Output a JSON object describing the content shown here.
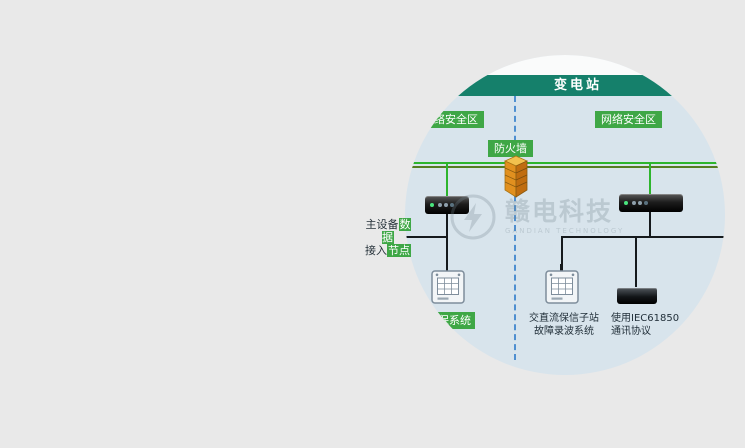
{
  "header": {
    "title": "变电站"
  },
  "zones": {
    "left_label": "网络安全区",
    "right_label": "网络安全区"
  },
  "firewall_label": "防火墙",
  "node": {
    "l1a": "主设备",
    "l1b": "数据",
    "l2a": "接入",
    "l2b": "节点"
  },
  "bottom": {
    "left": "继保系统",
    "mid1": "交直流保信子站",
    "mid2": "故障录波系统",
    "right1": "使用IEC61850",
    "right2": "通讯协议"
  },
  "watermark": {
    "name": "赣电科技",
    "sub": "GANDIAN TECHNOLOGY"
  },
  "colors": {
    "page_bg": "#e9e9e9",
    "circle_bg": "#d8e4ec",
    "header_teal": "#15806b",
    "label_green": "#3fa746",
    "bus_green": "#2db52d",
    "bus_olive": "#557d21",
    "dashed_blue": "#4f8fd0"
  }
}
